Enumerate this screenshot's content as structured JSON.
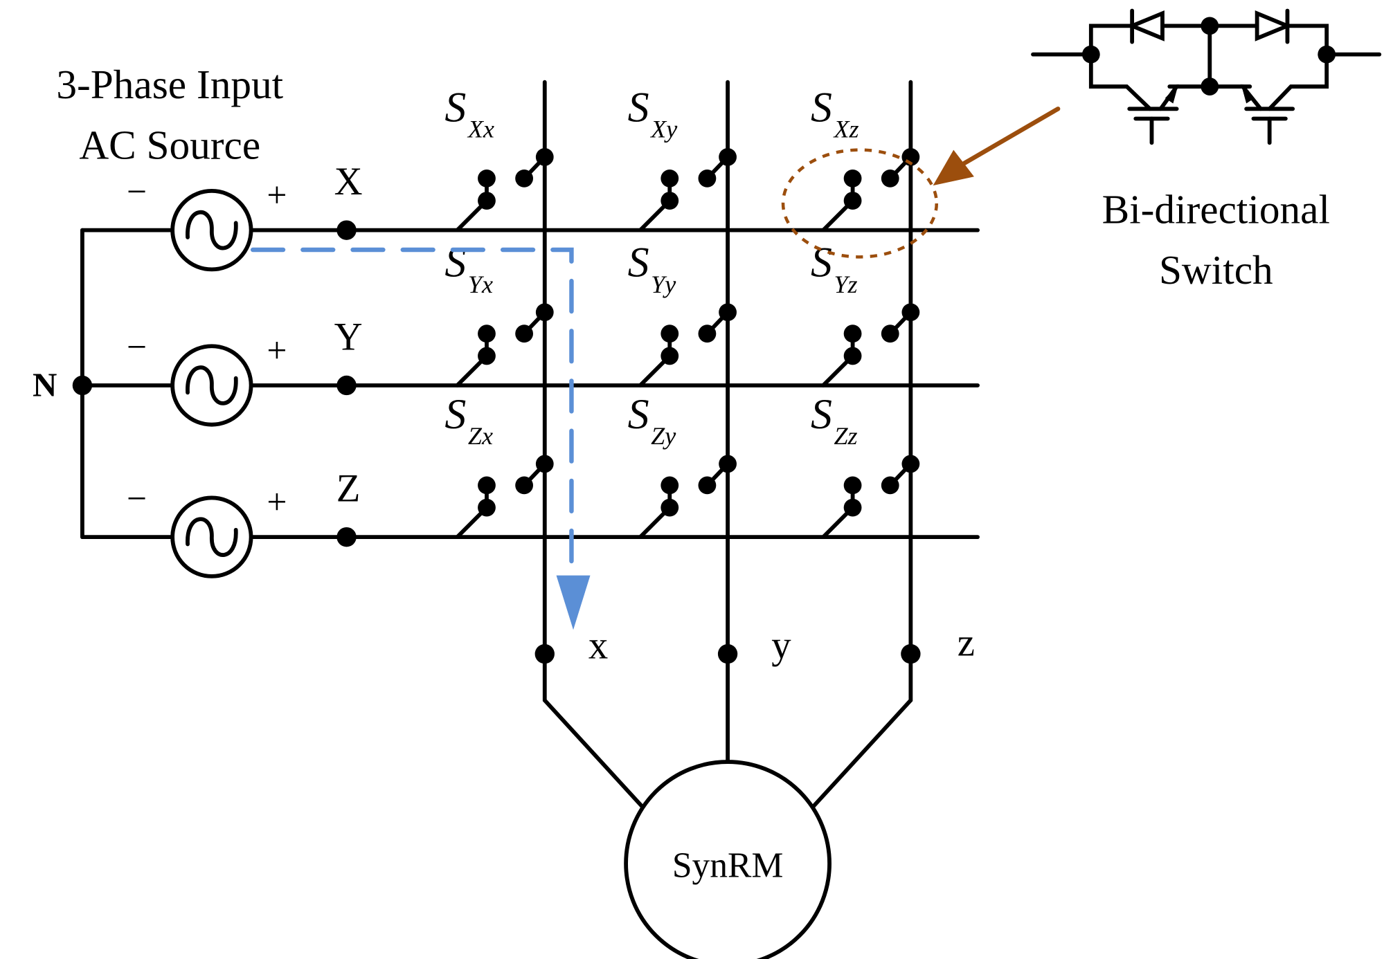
{
  "diagram": {
    "title_lines": [
      "3-Phase Input",
      "AC Source"
    ],
    "neutral_label": "N",
    "sources": [
      {
        "phase": "X",
        "minus": "−",
        "plus": "+"
      },
      {
        "phase": "Y",
        "minus": "−",
        "plus": "+"
      },
      {
        "phase": "Z",
        "minus": "−",
        "plus": "+"
      }
    ],
    "outputs": [
      "x",
      "y",
      "z"
    ],
    "switch_symbol": "S",
    "switches": [
      [
        "Xx",
        "Xy",
        "Xz"
      ],
      [
        "Yx",
        "Yy",
        "Yz"
      ],
      [
        "Zx",
        "Zy",
        "Zz"
      ]
    ],
    "motor_label": "SynRM",
    "callout_lines": [
      "Bi-directional",
      "Switch"
    ],
    "colors": {
      "wire": "#000000",
      "current_path": "#5b8fd6",
      "callout": "#9c4e0d"
    }
  }
}
